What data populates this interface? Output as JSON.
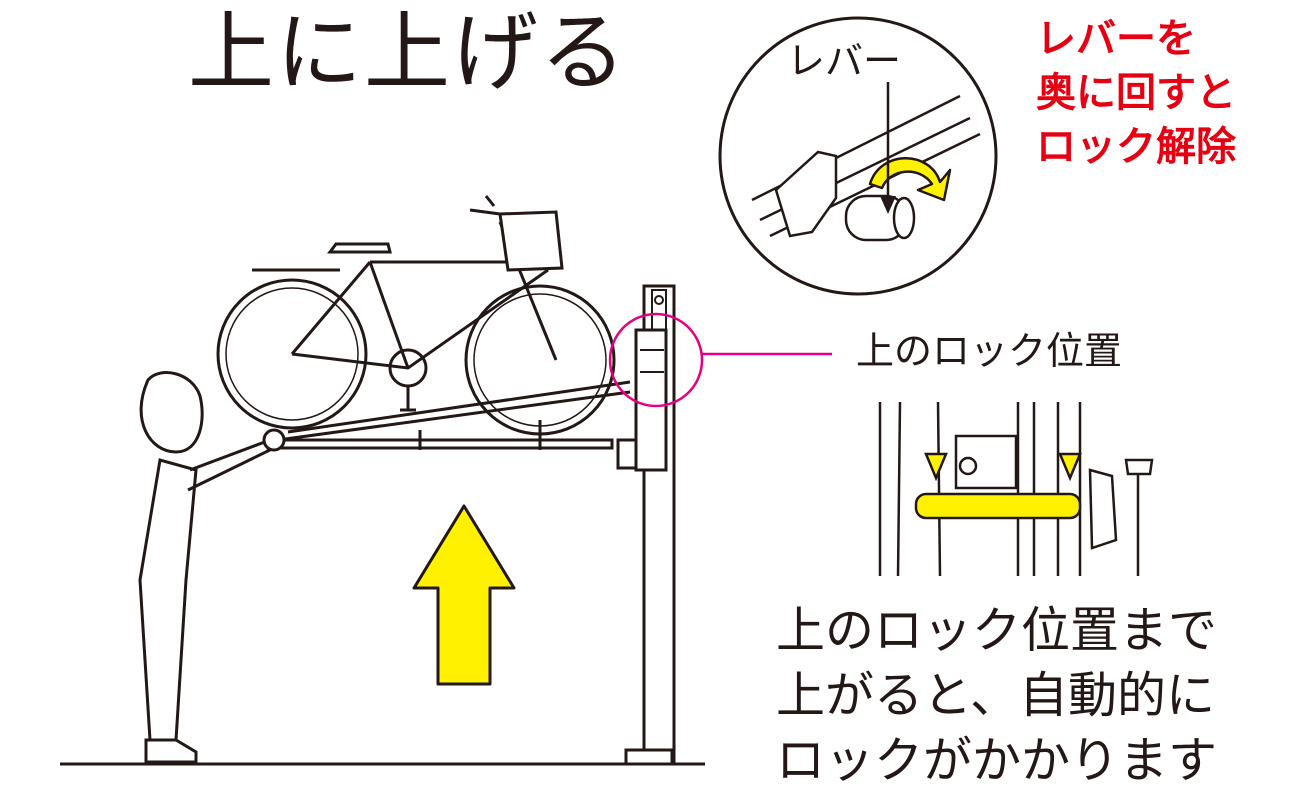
{
  "title": "上に上げる",
  "lever_label": "レバー",
  "lever_note": [
    "レバーを",
    "奥に回すと",
    "ロック解除"
  ],
  "upper_lock_label": "上のロック位置",
  "explanation": [
    "上のロック位置まで",
    "上がると、自動的に",
    "ロックがかかります"
  ],
  "colors": {
    "line": "#231815",
    "accent_yellow": "#fff100",
    "note_red": "#e60012",
    "callout_pink": "#e4007f"
  }
}
